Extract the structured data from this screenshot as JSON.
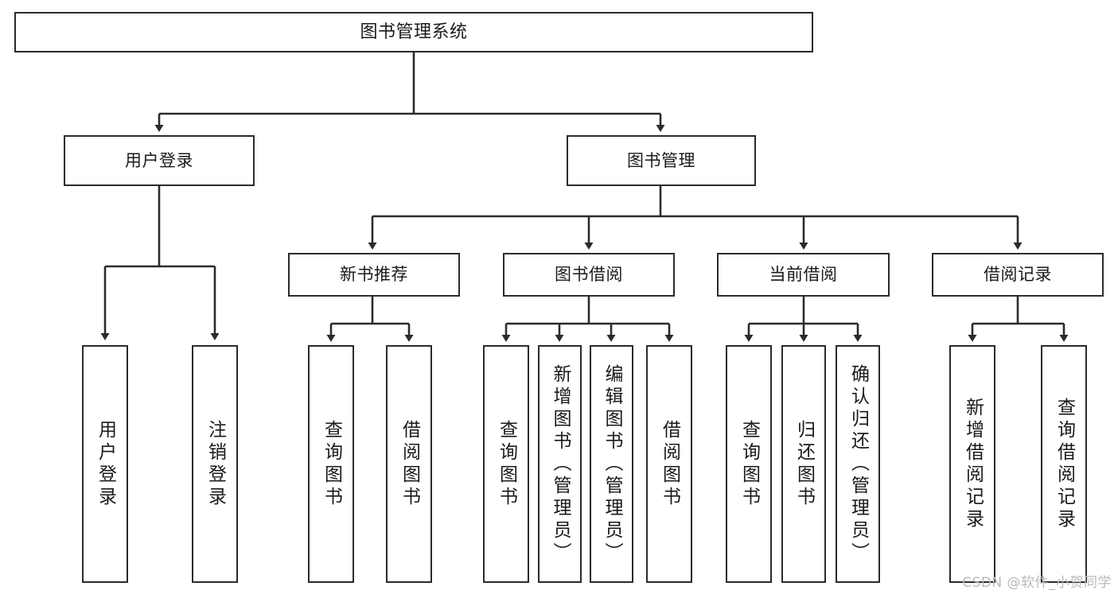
{
  "diagram": {
    "type": "tree-hierarchy-chart",
    "title": "图书管理系统",
    "colors": {
      "box_border": "#2b2b2b",
      "box_fill": "#ffffff",
      "connector": "#2b2b2b",
      "text": "#1a1a1a",
      "watermark": "#b9b9b9",
      "background": "#ffffff"
    },
    "nodes": {
      "root": {
        "label": "图书管理系统",
        "orientation": "horizontal"
      },
      "level2": [
        {
          "id": "user-login",
          "label": "用户登录",
          "orientation": "horizontal"
        },
        {
          "id": "book-management",
          "label": "图书管理",
          "orientation": "horizontal"
        }
      ],
      "level3": [
        {
          "id": "new-book-recommend",
          "label": "新书推荐",
          "orientation": "horizontal"
        },
        {
          "id": "book-borrow",
          "label": "图书借阅",
          "orientation": "horizontal"
        },
        {
          "id": "current-borrow",
          "label": "当前借阅",
          "orientation": "horizontal"
        },
        {
          "id": "borrow-record",
          "label": "借阅记录",
          "orientation": "horizontal"
        }
      ],
      "leaves": {
        "user_login": [
          {
            "id": "leaf-user-login",
            "label": "用户登录",
            "orientation": "vertical"
          },
          {
            "id": "leaf-logout-login",
            "label": "注销登录",
            "orientation": "vertical"
          }
        ],
        "new_book_recommend": [
          {
            "id": "leaf-query-book-1",
            "label": "查询图书",
            "orientation": "vertical"
          },
          {
            "id": "leaf-borrow-book-1",
            "label": "借阅图书",
            "orientation": "vertical"
          }
        ],
        "book_borrow": [
          {
            "id": "leaf-query-book-2",
            "label": "查询图书",
            "orientation": "vertical"
          },
          {
            "id": "leaf-add-book",
            "label": "新增图书（管理员）",
            "orientation": "vertical"
          },
          {
            "id": "leaf-edit-book",
            "label": "编辑图书（管理员）",
            "orientation": "vertical"
          },
          {
            "id": "leaf-borrow-book-2",
            "label": "借阅图书",
            "orientation": "vertical"
          }
        ],
        "current_borrow": [
          {
            "id": "leaf-query-book-3",
            "label": "查询图书",
            "orientation": "vertical"
          },
          {
            "id": "leaf-return-book",
            "label": "归还图书",
            "orientation": "vertical"
          },
          {
            "id": "leaf-confirm-return",
            "label": "确认归还（管理员）",
            "orientation": "vertical"
          }
        ],
        "borrow_record": [
          {
            "id": "leaf-add-record",
            "label": "新增借阅记录",
            "orientation": "vertical"
          },
          {
            "id": "leaf-query-record",
            "label": "查询借阅记录",
            "orientation": "vertical"
          }
        ]
      }
    },
    "watermark": "CSDN @软件_小贺同学"
  }
}
